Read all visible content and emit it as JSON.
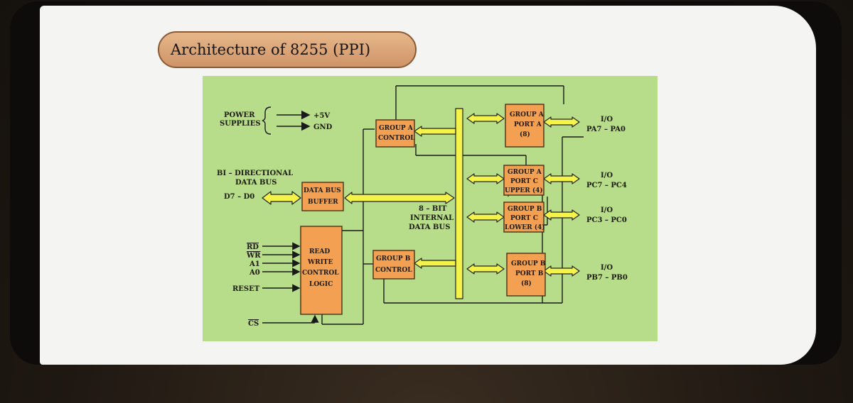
{
  "title": "Architecture of 8255 (PPI)",
  "colors": {
    "diagram_bg": "#b7dc8a",
    "block": "#f3a052",
    "bus": "#f3f34a",
    "title_pill": "#dfa97b"
  },
  "diagram": {
    "power": {
      "label_1": "POWER",
      "label_2": "SUPPLIES",
      "v5": "+5V",
      "gnd": "GND"
    },
    "bidir": {
      "label_1": "BI – DIRECTIONAL",
      "label_2": "DATA BUS",
      "pins": "D7 – D0"
    },
    "blocks": {
      "data_buffer": [
        "DATA BUS",
        "BUFFER"
      ],
      "rw_logic": [
        "READ",
        "WRITE",
        "CONTROL",
        "LOGIC"
      ],
      "group_a_control": [
        "GROUP A",
        "CONTROL"
      ],
      "group_b_control": [
        "GROUP B",
        "CONTROL"
      ],
      "group_a_port_a": [
        "GROUP A",
        "PORT A",
        "(8)"
      ],
      "group_a_port_c_upper": [
        "GROUP A",
        "PORT C",
        "UPPER (4)"
      ],
      "group_b_port_c_lower": [
        "GROUP B",
        "PORT C",
        "LOWER (4)"
      ],
      "group_b_port_b": [
        "GROUP B",
        "PORT B",
        "(8)"
      ]
    },
    "internal_bus": [
      "8 – BIT",
      "INTERNAL",
      "DATA BUS"
    ],
    "control_pins": [
      "RD",
      "WR",
      "A1",
      "A0",
      "RESET"
    ],
    "cs": "CS",
    "io": [
      {
        "io": "I/O",
        "pins": "PA7 – PA0"
      },
      {
        "io": "I/O",
        "pins": "PC7 – PC4"
      },
      {
        "io": "I/O",
        "pins": "PC3 – PC0"
      },
      {
        "io": "I/O",
        "pins": "PB7 – PB0"
      }
    ]
  }
}
